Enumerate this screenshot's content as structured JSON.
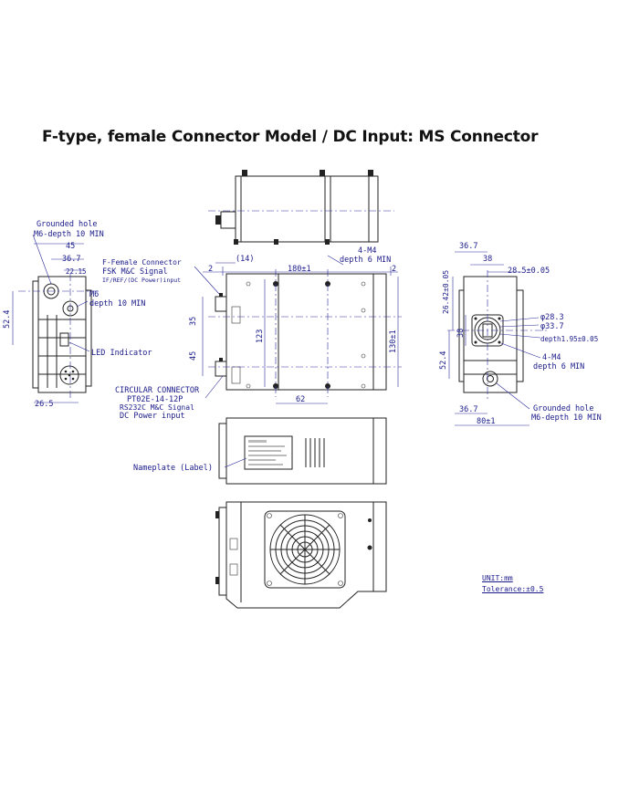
{
  "title": "F-type, female Connector Model / DC Input: MS Connector",
  "left_view": {
    "grounded_hole_1": "Grounded hole",
    "grounded_hole_2": "M6-depth 10 MIN",
    "dim_45": "45",
    "dim_36_7": "36.7",
    "dim_22_15": "22.15",
    "m6_1": "M6",
    "m6_2": "depth 10 MIN",
    "dim_52_4": "52.4",
    "led": "LED Indicator",
    "dim_26_5": "26.5"
  },
  "front_view": {
    "f_conn_1": "F-Female Connector",
    "f_conn_2": "FSK M&C Signal",
    "f_conn_3": "IF/REF/(DC Power)input",
    "dim_14": "(14)",
    "dim_2a": "2",
    "dim_180": "180±1",
    "dim_2b": "2",
    "m4_1": "4-M4",
    "m4_2": "depth 6 MIN",
    "dim_35": "35",
    "dim_45": "45",
    "dim_123": "123",
    "dim_130": "130±1",
    "dim_62": "62",
    "circ_1": "CIRCULAR CONNECTOR",
    "circ_2": "PT02E-14-12P",
    "circ_3": "RS232C M&C Signal",
    "circ_4": "DC Power input"
  },
  "right_view": {
    "dim_36_7": "36.7",
    "dim_38": "38",
    "dim_28_5": "28.5±0.05",
    "dim_26_42": "26.42±0.05",
    "dia_28_3": "φ28.3",
    "dia_33_7": "φ33.7",
    "depth": "depth1.95±0.05",
    "dim_38v": "38",
    "dim_52_4": "52.4",
    "m4_1": "4-M4",
    "m4_2": "depth 6 MIN",
    "grounded_1": "Grounded hole",
    "grounded_2": "M6-depth 10 MIN",
    "dim_36_7b": "36.7",
    "dim_80": "80±1"
  },
  "side_view": {
    "nameplate": "Nameplate (Label)"
  },
  "notes": {
    "unit": "UNIT:mm",
    "tolerance": "Tolerance:±0.5"
  }
}
